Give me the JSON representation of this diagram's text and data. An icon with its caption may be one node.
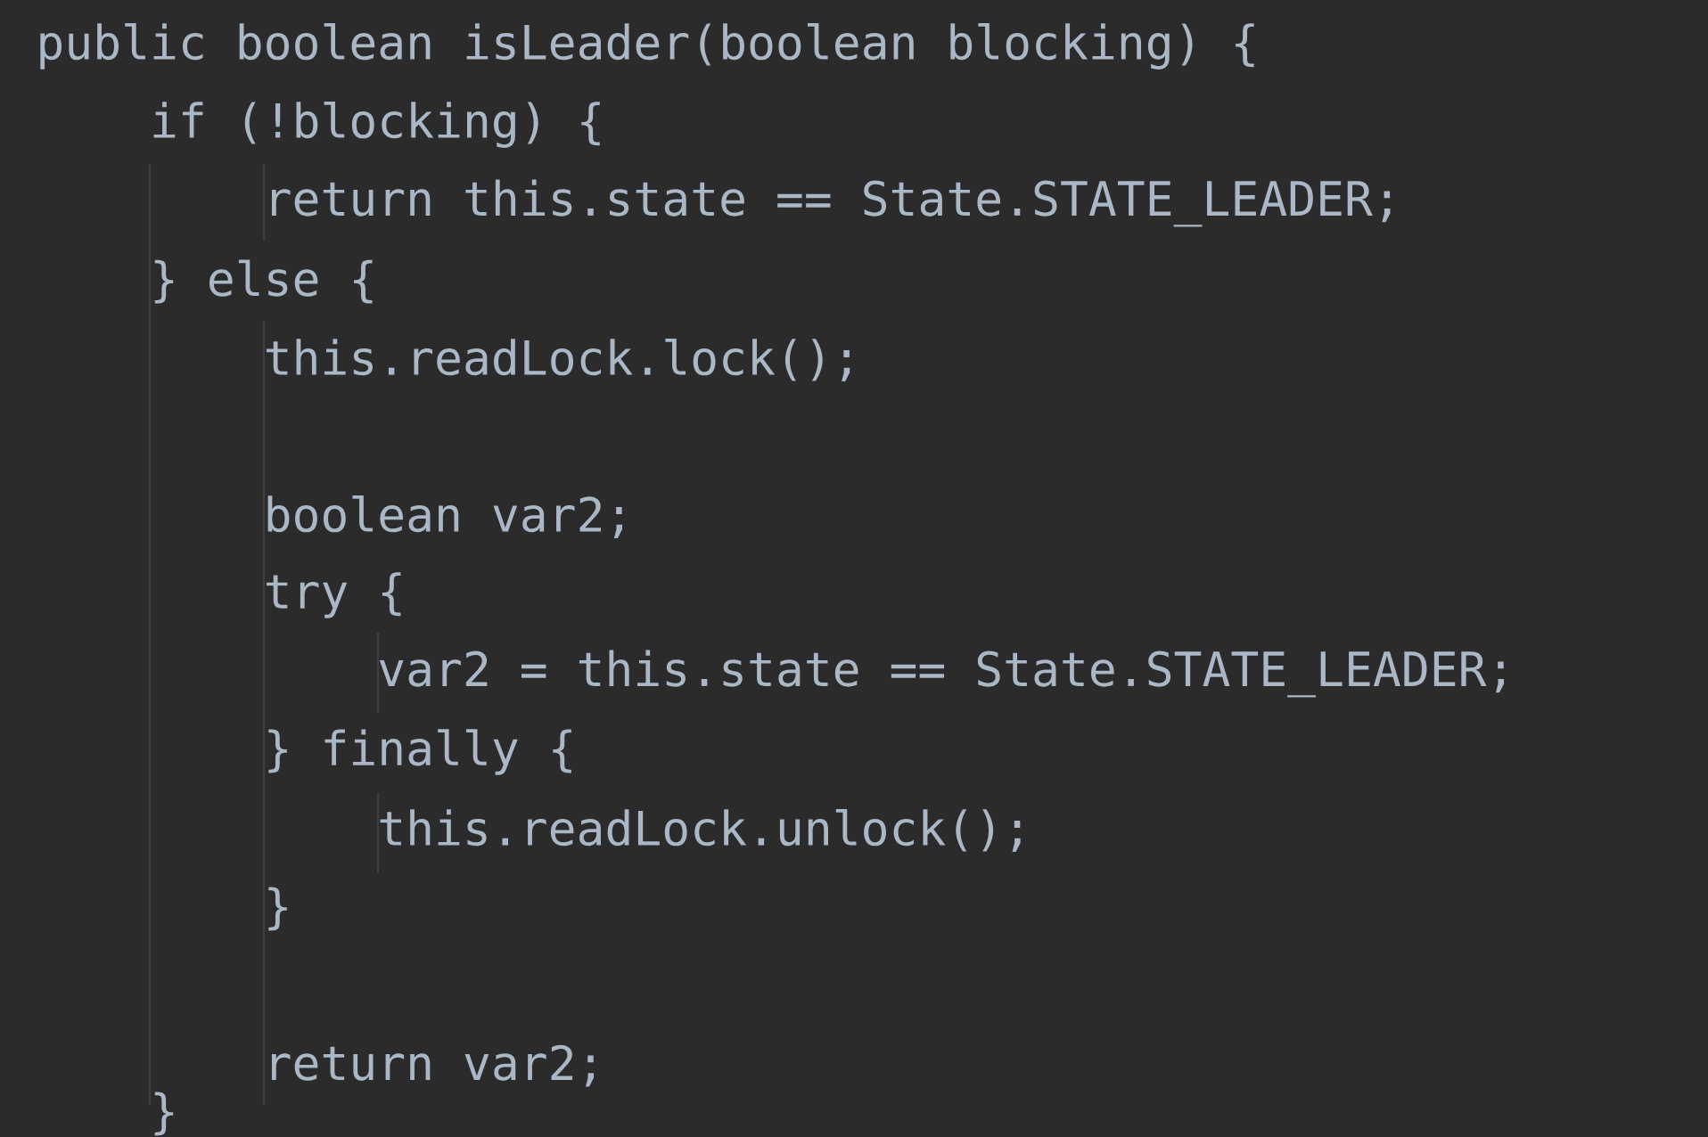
{
  "diagram": {
    "labels": [
      "public boolean isLeader(boolean blocking) {",
      "if (!blocking) {",
      "return this.state == State.STATE_LEADER;",
      "} else {",
      "this.readLock.lock();",
      "boolean var2;",
      "try {",
      "var2 = this.state == State.STATE_LEADER;",
      "} finally {",
      "this.readLock.unlock();",
      "}",
      "return var2;",
      "}"
    ]
  }
}
